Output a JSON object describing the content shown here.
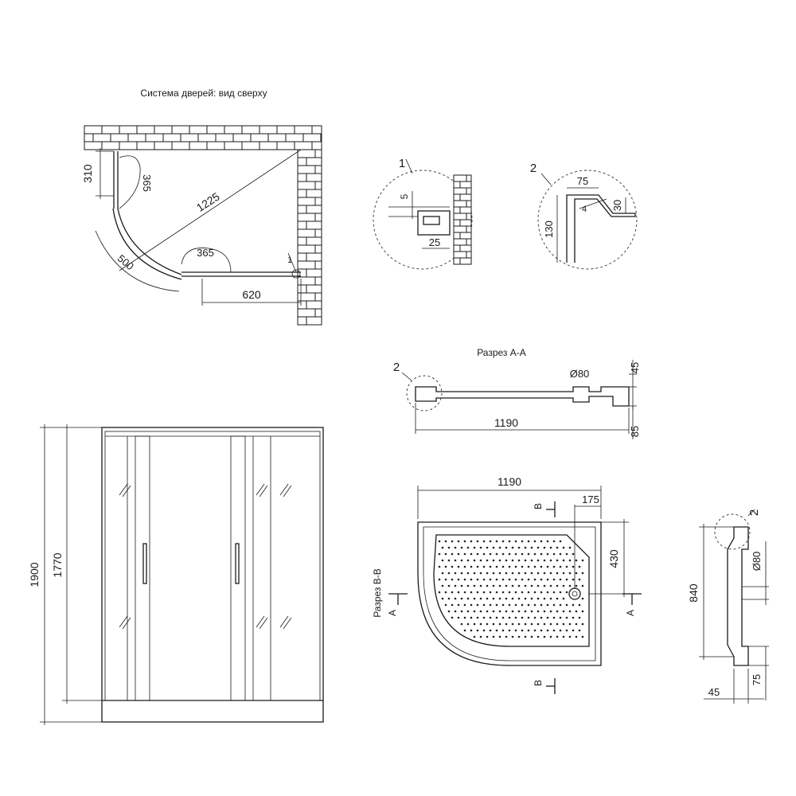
{
  "top_view": {
    "title": "Система дверей: вид сверху",
    "dim_310": "310",
    "dim_365_left": "365",
    "dim_1225": "1225",
    "dim_500": "500",
    "dim_365_bottom": "365",
    "dim_620": "620",
    "callout_1": "1"
  },
  "detail_1": {
    "label": "1",
    "dim_5": "5",
    "dim_25": "25"
  },
  "detail_2": {
    "label": "2",
    "dim_75": "75",
    "dim_130": "130",
    "dim_30": "30",
    "dim_4": "4"
  },
  "section_aa": {
    "title": "Разрез А-А",
    "callout_2": "2",
    "dim_diameter": "Ø80",
    "dim_1190": "1190",
    "dim_45": "45",
    "dim_85": "85"
  },
  "front_view": {
    "dim_1900": "1900",
    "dim_1770": "1770"
  },
  "tray_plan": {
    "side_label": "Разрез В-В",
    "dim_1190": "1190",
    "dim_175": "175",
    "dim_430": "430",
    "mark_b_top": "В",
    "mark_b_bottom": "В",
    "mark_a_left": "А",
    "mark_a_right": "А"
  },
  "section_bb": {
    "callout_2": "2",
    "dim_840": "840",
    "dim_diameter": "Ø80",
    "dim_75": "75",
    "dim_45": "45"
  }
}
